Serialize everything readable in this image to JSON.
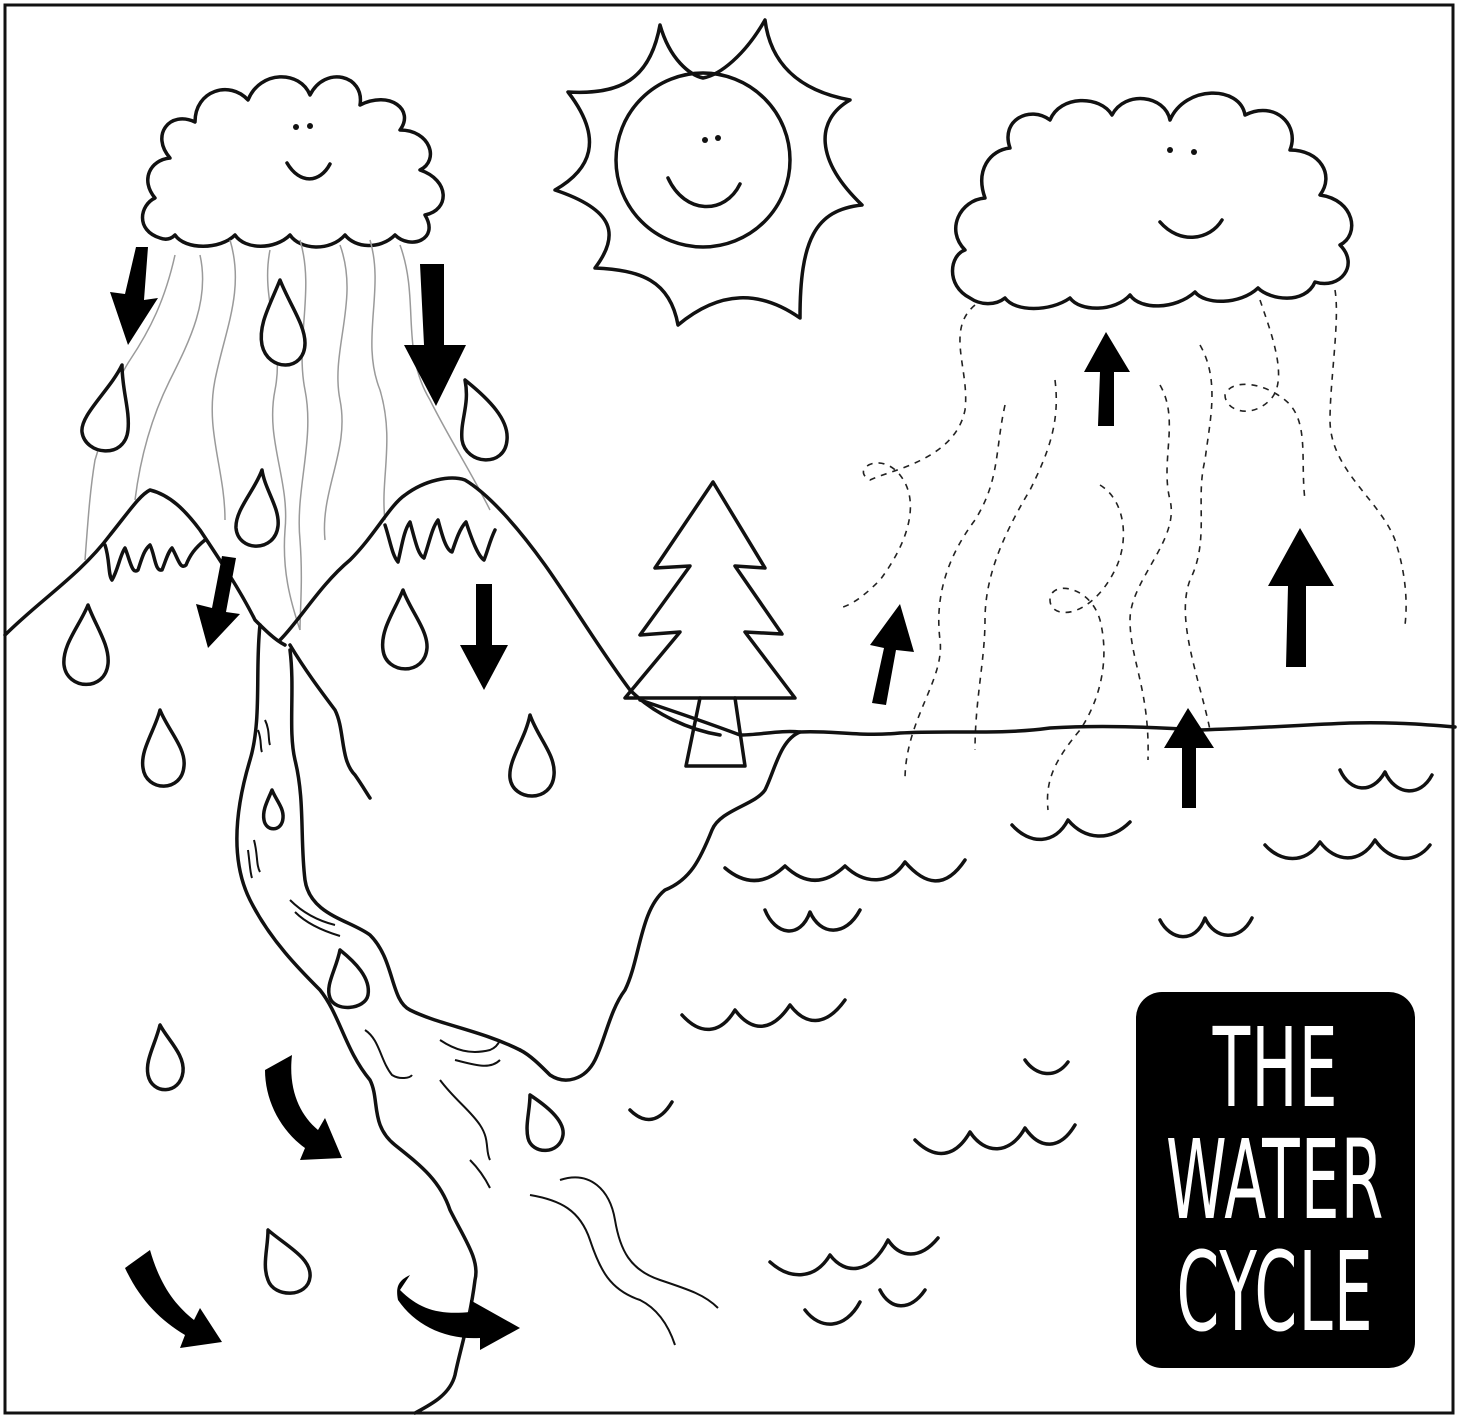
{
  "title": {
    "line1": "THE",
    "line2": "WATER",
    "line3": "CYCLE"
  },
  "colors": {
    "ink": "#111111",
    "background": "#ffffff",
    "title_box": "#000000",
    "title_text": "#ffffff"
  },
  "scene": {
    "elements": [
      "rain-cloud-icon",
      "sun-icon",
      "evaporation-cloud-icon",
      "mountain-icon",
      "mountain-icon",
      "pine-tree-icon",
      "river",
      "lake",
      "rain-drop-icon",
      "arrow-icon"
    ]
  }
}
